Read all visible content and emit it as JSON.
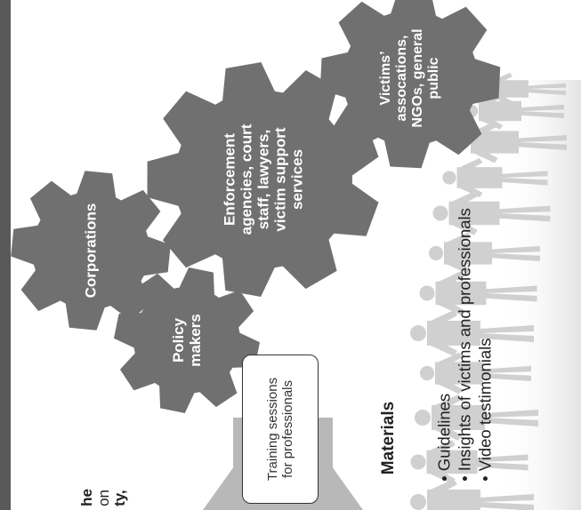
{
  "gears": [
    {
      "id": "policy",
      "lines": [
        "Policy",
        "makers"
      ]
    },
    {
      "id": "corporations",
      "lines": [
        "Corporations"
      ]
    },
    {
      "id": "enforcement",
      "lines": [
        "Enforcement",
        "agencies, court",
        "staff, lawyers,",
        "victim support",
        "services"
      ]
    },
    {
      "id": "victims",
      "lines": [
        "Victims’",
        "assocations,",
        "NGOs, general",
        "public"
      ]
    }
  ],
  "training": {
    "line1": "Training sessions",
    "line2": "for professionals"
  },
  "materials": {
    "title": "Materials",
    "items": [
      "• Guidelines",
      "• Insights of victims and professionals",
      "• Video testimonials"
    ]
  },
  "edge_text": {
    "line1": "he",
    "line2": "on",
    "line3": "ty,"
  },
  "colors": {
    "gear": "#707070",
    "people": "#d0d0d0",
    "arrow": "#b8b8b8",
    "left_bar": "#595959",
    "text_dark": "#222222"
  }
}
